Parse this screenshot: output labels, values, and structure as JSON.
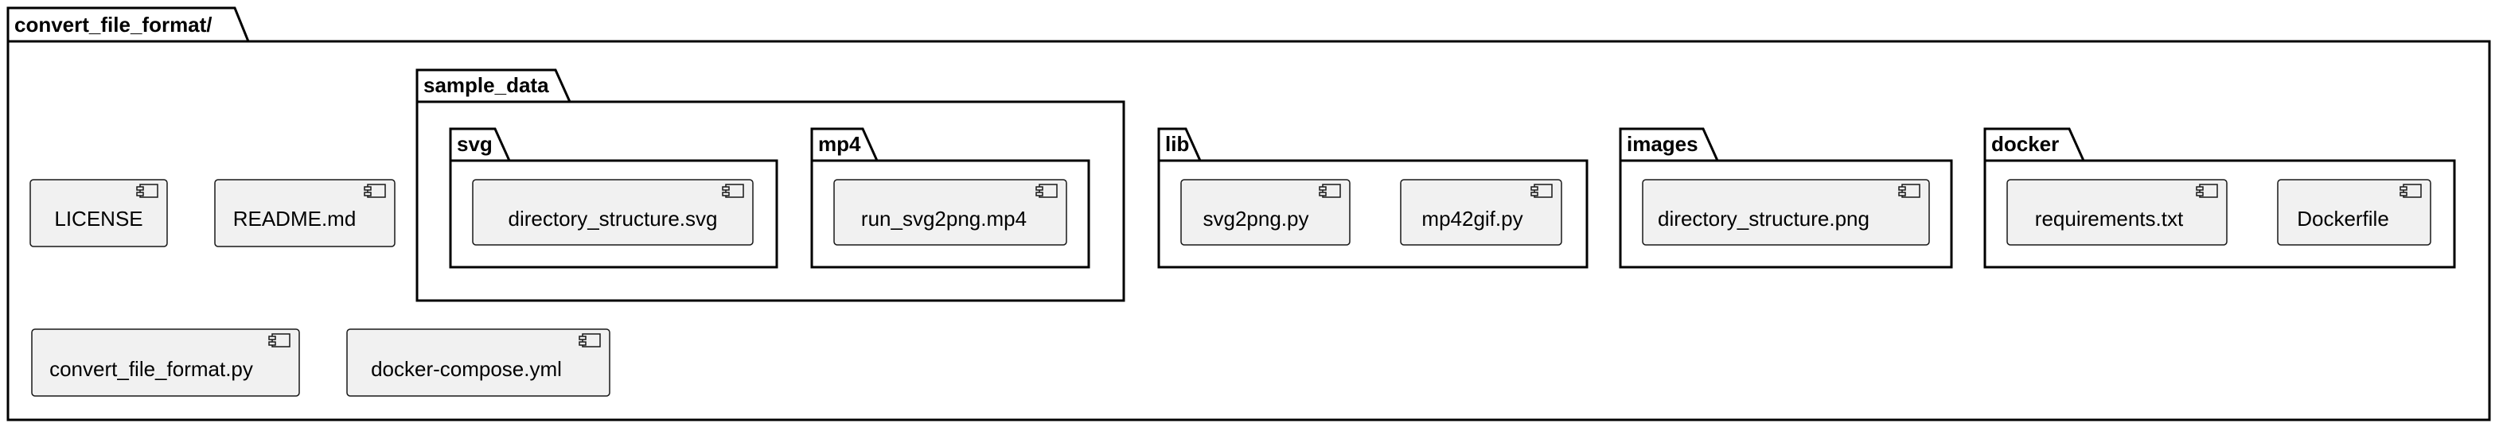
{
  "diagram": {
    "root": {
      "label": "convert_file_format/"
    },
    "root_components": [
      {
        "label": "LICENSE"
      },
      {
        "label": "README.md"
      },
      {
        "label": "convert_file_format.py"
      },
      {
        "label": "docker-compose.yml"
      }
    ],
    "packages": {
      "sample_data": {
        "label": "sample_data",
        "svg": {
          "label": "svg",
          "components": [
            {
              "label": "directory_structure.svg"
            }
          ]
        },
        "mp4": {
          "label": "mp4",
          "components": [
            {
              "label": "run_svg2png.mp4"
            }
          ]
        }
      },
      "lib": {
        "label": "lib",
        "components": [
          {
            "label": "svg2png.py"
          },
          {
            "label": "mp42gif.py"
          }
        ]
      },
      "images": {
        "label": "images",
        "components": [
          {
            "label": "directory_structure.png"
          }
        ]
      },
      "docker": {
        "label": "docker",
        "components": [
          {
            "label": "requirements.txt"
          },
          {
            "label": "Dockerfile"
          }
        ]
      }
    },
    "colors": {
      "component_fill": "#f1f1f1",
      "stroke": "#000000",
      "background": "#ffffff"
    },
    "icons": {
      "component": "component-icon"
    }
  }
}
